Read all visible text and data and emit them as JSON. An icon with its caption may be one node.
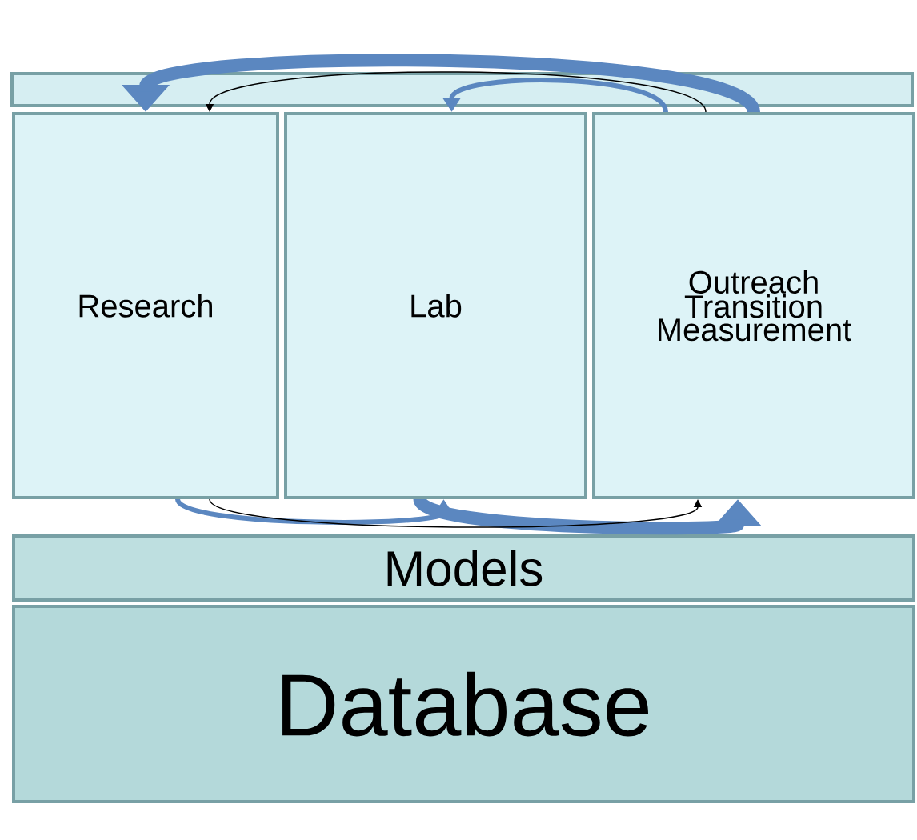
{
  "diagram": {
    "nodes": [
      {
        "text": [
          "Research"
        ]
      },
      {
        "text": [
          "Lab"
        ]
      },
      {
        "text": [
          "Outreach Transition Measurement"
        ]
      },
      {
        "text": [
          "Models"
        ]
      },
      {
        "text": [
          "Database"
        ]
      }
    ],
    "edges": [
      {
        "from": 2,
        "to": 0,
        "arrow": "to",
        "style": "thick"
      },
      {
        "from": 2,
        "to": 1,
        "arrow": "to"
      },
      {
        "from": 0,
        "to": 1,
        "arrow": "to"
      },
      {
        "from": 1,
        "to": 2,
        "arrow": "to",
        "style": "thick"
      },
      {
        "from": 2,
        "to": 0,
        "arrow": "to",
        "color": "#000000"
      },
      {
        "from": 0,
        "to": 2,
        "arrow": "to",
        "color": "#000000"
      }
    ]
  }
}
